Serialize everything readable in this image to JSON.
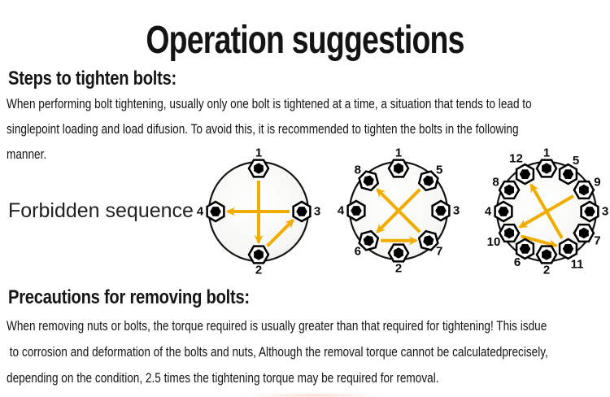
{
  "header": {
    "title": "Operation suggestions"
  },
  "tighten_section": {
    "heading": "Steps to tighten bolts:",
    "lines": [
      "When performing bolt tightening, usually only one bolt is tightened at a time, a situation that tends to lead to",
      "singlepoint loading and load difusion. To avoid this, it is recommended to tighten the bolts in the following",
      "manner."
    ]
  },
  "forbidden": {
    "label": "Forbidden sequence"
  },
  "removal_section": {
    "heading": "Precautions for removing bolts:",
    "lines": [
      "When removing nuts or bolts, the torque required is usually greater than that required for tightening! This isdue",
      " to corrosion and deformation of the bolts and nuts, Although the removal torque cannot be calculatedprecisely,",
      "depending on the condition, 2.5 times the tightening torque may be required for removal."
    ]
  },
  "diagrams": [
    {
      "name": "four-bolt-pattern",
      "bolt_count": 4,
      "radius": 61,
      "bolts": [
        {
          "label": "1",
          "angle": 0
        },
        {
          "label": "3",
          "angle": 90
        },
        {
          "label": "2",
          "angle": 180
        },
        {
          "label": "4",
          "angle": 270
        }
      ],
      "arrows": [
        {
          "from": "1",
          "to": "2"
        },
        {
          "from": "2",
          "to": "3"
        },
        {
          "from": "3",
          "to": "4"
        }
      ]
    },
    {
      "name": "eight-bolt-pattern",
      "bolt_count": 8,
      "radius": 60,
      "bolts": [
        {
          "label": "1",
          "angle": 0
        },
        {
          "label": "5",
          "angle": 45
        },
        {
          "label": "3",
          "angle": 90
        },
        {
          "label": "7",
          "angle": 135
        },
        {
          "label": "2",
          "angle": 180
        },
        {
          "label": "6",
          "angle": 225
        },
        {
          "label": "4",
          "angle": 270
        },
        {
          "label": "8",
          "angle": 315
        }
      ],
      "arrows": [
        {
          "from": "5",
          "to": "6"
        },
        {
          "from": "6",
          "to": "7"
        },
        {
          "from": "7",
          "to": "8"
        }
      ]
    },
    {
      "name": "twelve-bolt-pattern",
      "bolt_count": 12,
      "radius": 61,
      "bolts": [
        {
          "label": "1",
          "angle": 0
        },
        {
          "label": "5",
          "angle": 30
        },
        {
          "label": "9",
          "angle": 60
        },
        {
          "label": "3",
          "angle": 90
        },
        {
          "label": "7",
          "angle": 120
        },
        {
          "label": "11",
          "angle": 150
        },
        {
          "label": "2",
          "angle": 180
        },
        {
          "label": "6",
          "angle": 210
        },
        {
          "label": "10",
          "angle": 240
        },
        {
          "label": "4",
          "angle": 270
        },
        {
          "label": "8",
          "angle": 300
        },
        {
          "label": "12",
          "angle": 330
        }
      ],
      "arrows": [
        {
          "from": "9",
          "to": "10"
        },
        {
          "from": "10",
          "to": "11"
        },
        {
          "from": "11",
          "to": "12"
        }
      ]
    }
  ],
  "colors": {
    "arrow": "#F0AD00",
    "nut_core": "#000000",
    "nut_ring": "#ffffff",
    "circle_stroke": "#151515",
    "label_text": "#0a0a0a"
  }
}
